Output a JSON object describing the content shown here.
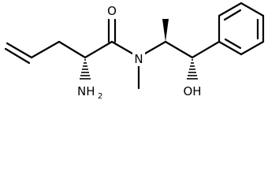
{
  "molecule": {
    "atoms": {
      "carbonyl_oxygen": "O",
      "amide_nitrogen": "N",
      "amine_group": "NH",
      "amine_subscript": "2",
      "hydroxyl_group": "OH"
    }
  }
}
